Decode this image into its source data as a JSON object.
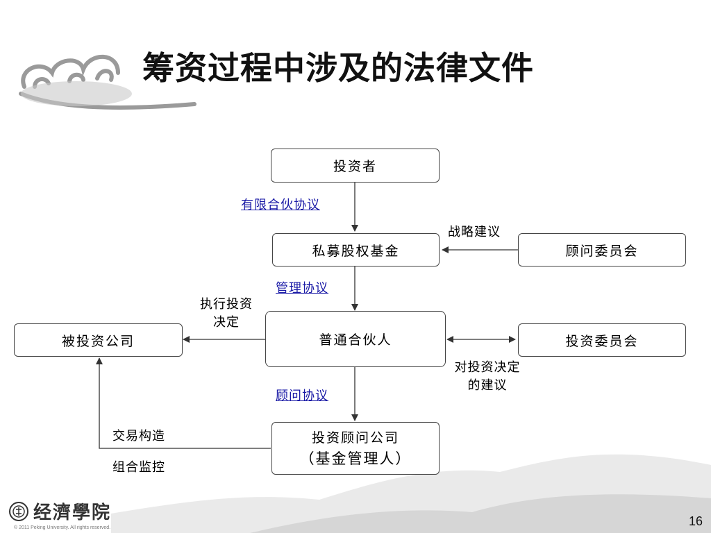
{
  "title": "筹资过程中涉及的法律文件",
  "nodes": {
    "investor": "投资者",
    "pe_fund": "私募股权基金",
    "advisory_committee": "顾问委员会",
    "general_partner": "普通合伙人",
    "invested_company": "被投资公司",
    "investment_committee": "投资委员会",
    "advisor_company_line1": "投资顾问公司",
    "advisor_company_line2": "（基金管理人）"
  },
  "edge_labels": {
    "limited_partnership_agreement": "有限合伙协议",
    "strategic_advice": "战略建议",
    "management_agreement": "管理协议",
    "execute_decision_line1": "执行投资",
    "execute_decision_line2": "决定",
    "decision_advice_line1": "对投资决定",
    "decision_advice_line2": "的建议",
    "advisory_agreement": "顾问协议",
    "deal_structuring": "交易构造",
    "portfolio_monitoring": "组合监控"
  },
  "logo_text": "经濟學院",
  "copyright": "© 2011 Peking University. All rights reserved.",
  "page_number": "16",
  "colors": {
    "link_label": "#1a1aa6",
    "box_border": "#444444",
    "arrow": "#333333"
  }
}
